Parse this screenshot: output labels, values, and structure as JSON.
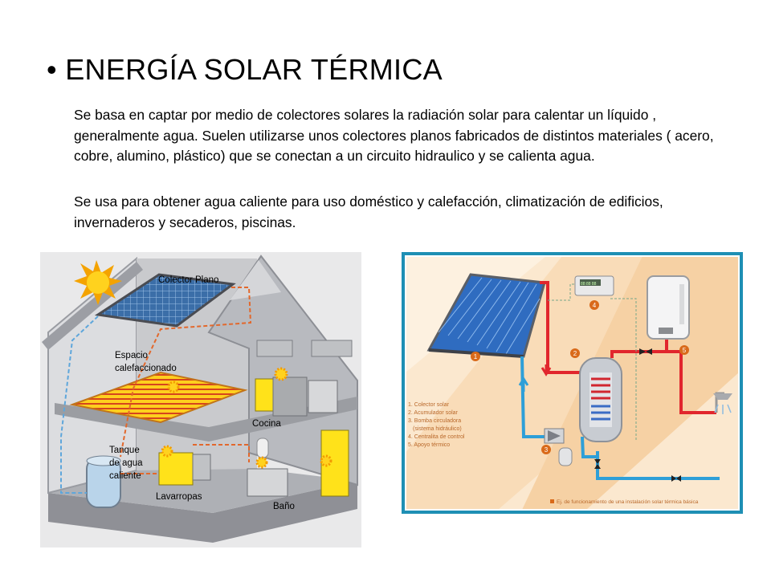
{
  "title": "• ENERGÍA SOLAR TÉRMICA",
  "paragraphs": [
    "Se basa en captar por medio de colectores solares la radiación solar para calentar un líquido , generalmente agua. Suelen utilizarse unos colectores planos fabricados de distintos materiales ( acero, cobre, alumino, plástico) que se conectan a un circuito hidraulico y se calienta agua.",
    "Se usa para obtener agua caliente para uso doméstico y calefacción, climatización de edificios, invernaderos y secaderos, piscinas."
  ],
  "house_figure": {
    "labels": {
      "collector": "Colector Plano",
      "space_line1": "Espacio",
      "space_line2": "calefaccionado",
      "kitchen": "Cocina",
      "tank_line1": "Tanque",
      "tank_line2": "de agua",
      "tank_line3": "caliente",
      "laundry": "Lavarropas",
      "bath": "Baño"
    }
  },
  "solar_figure": {
    "markers": [
      "1",
      "2",
      "3",
      "4",
      "5"
    ],
    "legend": [
      "1. Colector solar",
      "2. Acumulador solar",
      "3. Bomba circuladora",
      "(sistema hidráulico)",
      "4. Centralita de control",
      "5. Apoyo térmico"
    ],
    "controller_display": "88:88 88",
    "caption": "Ej. de funcionamiento de una instalación solar térmica básica"
  },
  "colors": {
    "hot_line": "#e1262d",
    "cold_line": "#2e9fd8",
    "accent": "#d96a1a",
    "sun": "#f7b500"
  }
}
